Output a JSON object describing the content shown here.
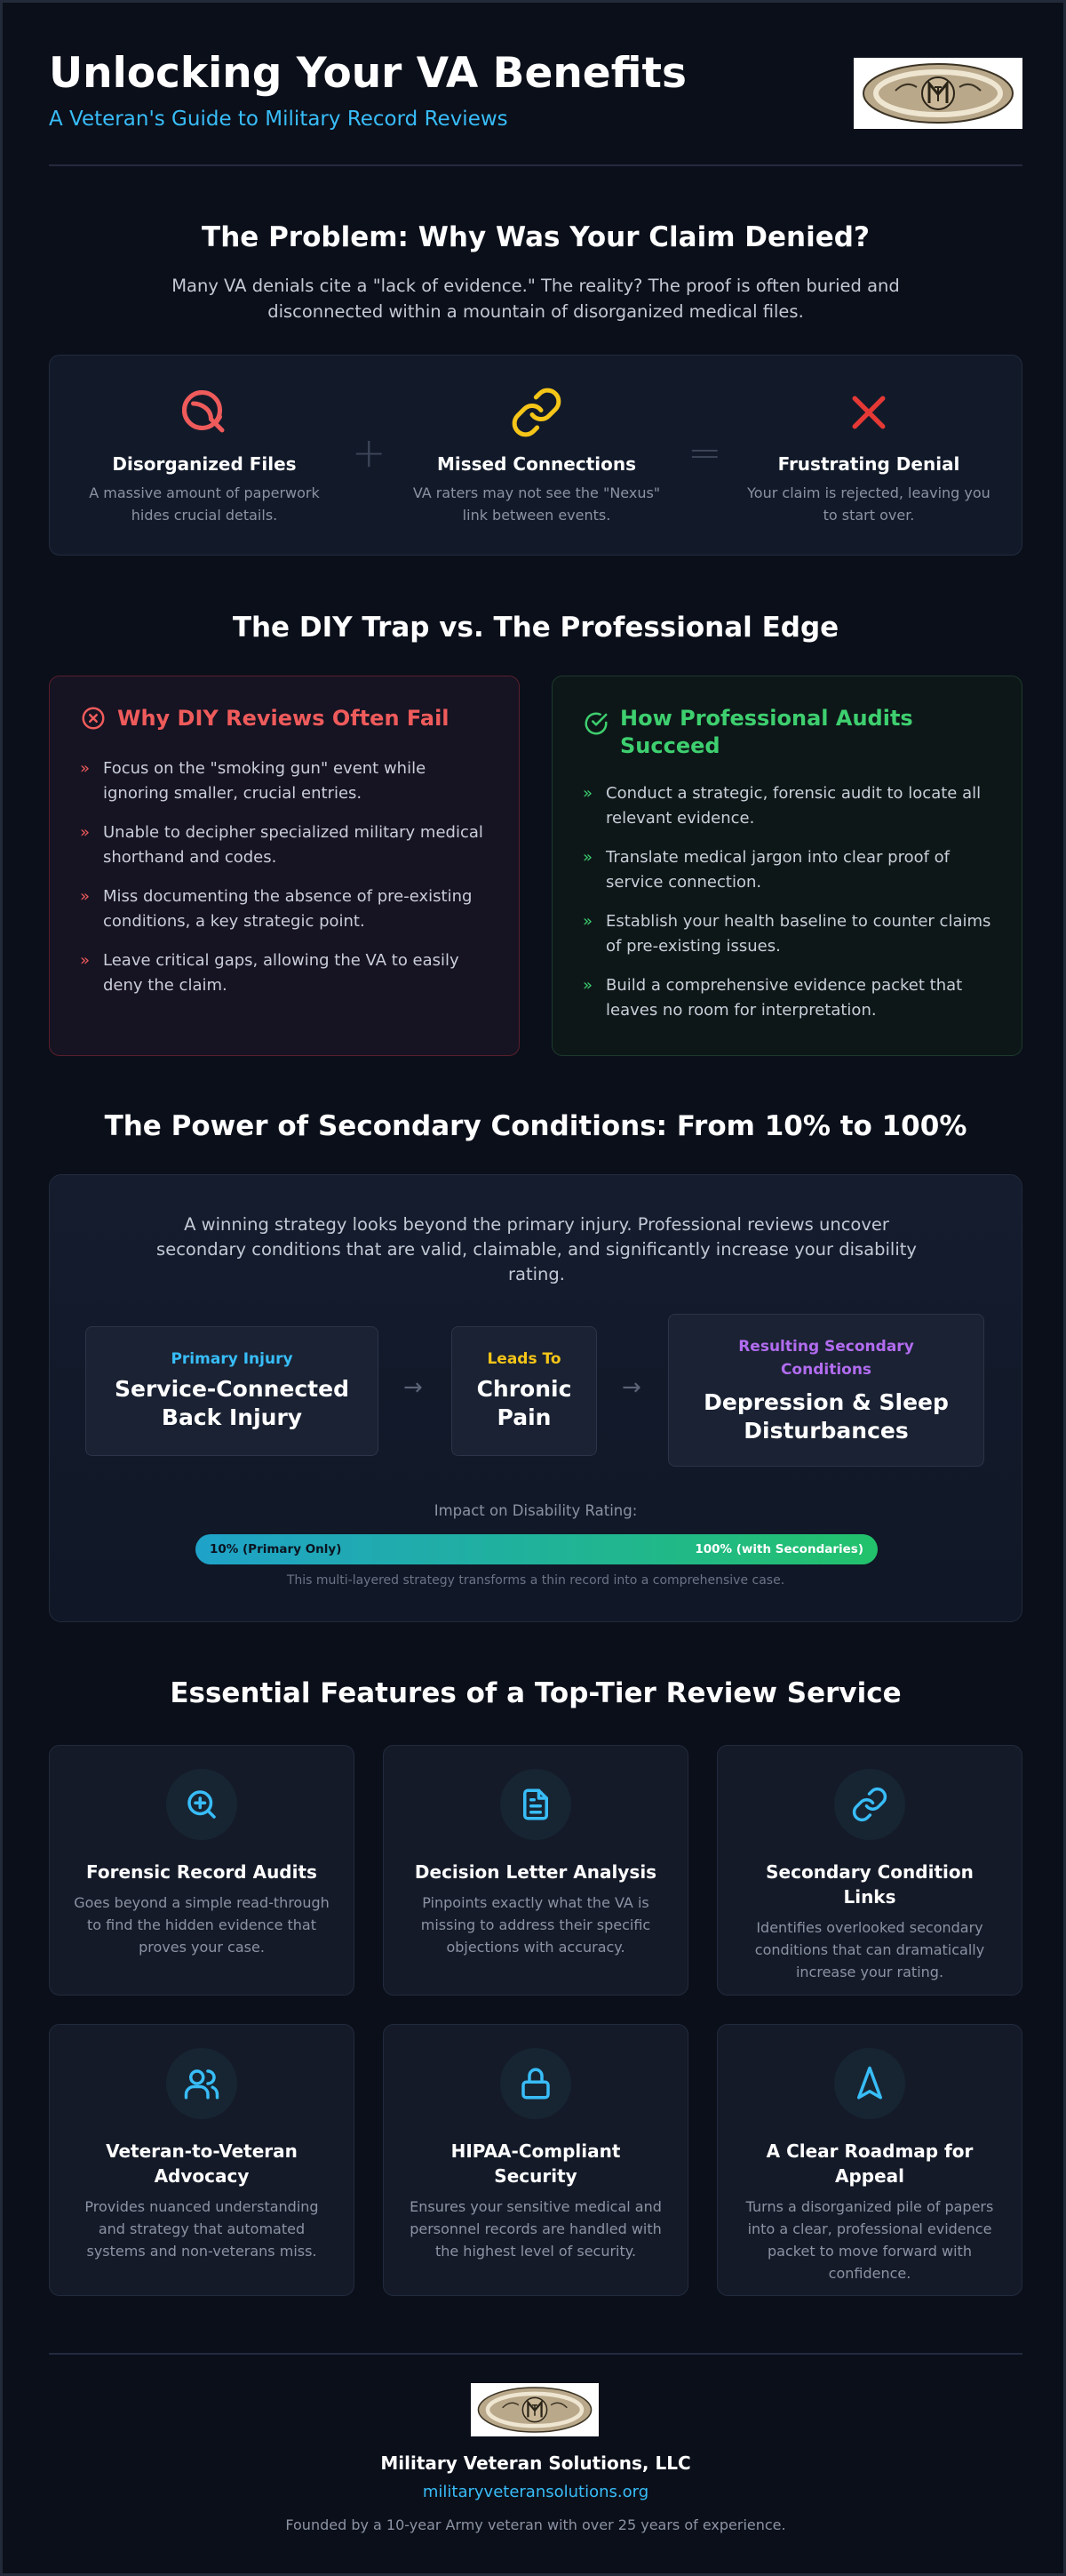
{
  "header": {
    "title": "Unlocking Your VA Benefits",
    "subtitle": "A Veteran's Guide to Military Record Reviews"
  },
  "problem": {
    "title": "The Problem: Why Was Your Claim Denied?",
    "lead": "Many VA denials cite a \"lack of evidence.\" The reality? The proof is often buried and disconnected within a mountain of disorganized medical files.",
    "items": [
      {
        "title": "Disorganized Files",
        "desc": "A massive amount of paperwork hides crucial details.",
        "icon": "tangled-files-icon",
        "color": "#ef5b5b"
      },
      {
        "title": "Missed Connections",
        "desc": "VA raters may not see the \"Nexus\" link between events.",
        "icon": "link-icon",
        "color": "#f5c518"
      },
      {
        "title": "Frustrating Denial",
        "desc": "Your claim is rejected, leaving you to start over.",
        "icon": "x-icon",
        "color": "#e53935"
      }
    ],
    "operators": [
      "+",
      "="
    ]
  },
  "diy": {
    "title": "The DIY Trap vs. The Professional Edge",
    "bad": {
      "heading": "Why DIY Reviews Often Fail",
      "items": [
        "Focus on the \"smoking gun\" event while ignoring smaller, crucial entries.",
        "Unable to decipher specialized military medical shorthand and codes.",
        "Miss documenting the absence of pre-existing conditions, a key strategic point.",
        "Leave critical gaps, allowing the VA to easily deny the claim."
      ]
    },
    "good": {
      "heading": "How Professional Audits Succeed",
      "items": [
        "Conduct a strategic, forensic audit to locate all relevant evidence.",
        "Translate medical jargon into clear proof of service connection.",
        "Establish your health baseline to counter claims of pre-existing issues.",
        "Build a comprehensive evidence packet that leaves no room for interpretation."
      ]
    },
    "bullet": "»"
  },
  "secondary": {
    "title": "The Power of Secondary Conditions: From 10% to 100%",
    "lead": "A winning strategy looks beyond the primary injury. Professional reviews uncover secondary conditions that are valid, claimable, and significantly increase your disability rating.",
    "flow": [
      {
        "label": "Primary Injury",
        "value": "Service-Connected Back Injury",
        "color": "#38bdf8"
      },
      {
        "label": "Leads To",
        "value": "Chronic Pain",
        "color": "#f5c518"
      },
      {
        "label": "Resulting Secondary Conditions",
        "value": "Depression & Sleep Disturbances",
        "color": "#b26cf0"
      }
    ],
    "arrow": "→",
    "impact_label": "Impact on Disability Rating:",
    "bar_left": "10% (Primary Only)",
    "bar_right": "100% (with Secondaries)",
    "note": "This multi-layered strategy transforms a thin record into a comprehensive case."
  },
  "features": {
    "title": "Essential Features of a Top-Tier Review Service",
    "icon_color": "#38bdf8",
    "items": [
      {
        "title": "Forensic Record Audits",
        "desc": "Goes beyond a simple read-through to find the hidden evidence that proves your case.",
        "icon": "search-plus-icon"
      },
      {
        "title": "Decision Letter Analysis",
        "desc": "Pinpoints exactly what the VA is missing to address their specific objections with accuracy.",
        "icon": "document-icon"
      },
      {
        "title": "Secondary Condition Links",
        "desc": "Identifies overlooked secondary conditions that can dramatically increase your rating.",
        "icon": "link-icon"
      },
      {
        "title": "Veteran-to-Veteran Advocacy",
        "desc": "Provides nuanced understanding and strategy that automated systems and non-veterans miss.",
        "icon": "users-icon"
      },
      {
        "title": "HIPAA-Compliant Security",
        "desc": "Ensures your sensitive medical and personnel records are handled with the highest level of security.",
        "icon": "lock-icon"
      },
      {
        "title": "A Clear Roadmap for Appeal",
        "desc": "Turns a disorganized pile of papers into a clear, professional evidence packet to move forward with confidence.",
        "icon": "navigation-icon"
      }
    ]
  },
  "footer": {
    "company": "Military Veteran Solutions, LLC",
    "url": "militaryveteransolutions.org",
    "note": "Founded by a 10-year Army veteran with over 25 years of experience."
  }
}
